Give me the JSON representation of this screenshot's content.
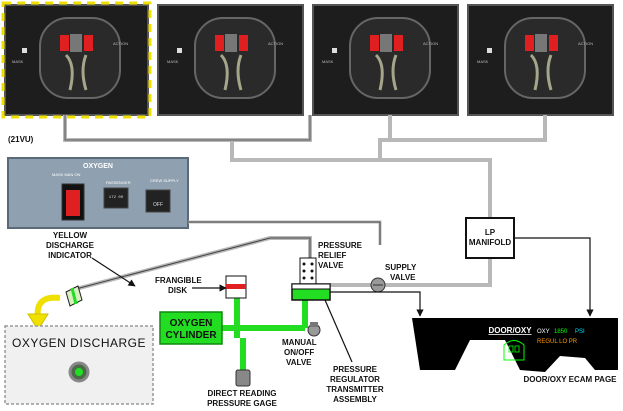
{
  "panel_ref": "(21VU)",
  "oxygen_panel": {
    "title": "OXYGEN",
    "mask_label": "MASK MAN ON",
    "passenger_label": "PASSENGER",
    "passenger_readout": "172 00",
    "crew_supply_label": "CREW SUPPLY",
    "crew_supply_switch": "OFF"
  },
  "mask_box": {
    "label_left": "MASK",
    "label_right": "ACTION"
  },
  "discharge_indicator": {
    "text": "OXYGEN DISCHARGE"
  },
  "labels": {
    "yellow_indicator": [
      "YELLOW",
      "DISCHARGE",
      "INDICATOR"
    ],
    "frangible_disk": [
      "FRANGIBLE",
      "DISK"
    ],
    "oxygen_cylinder": [
      "OXYGEN",
      "CYLINDER"
    ],
    "pressure_relief": [
      "PRESSURE",
      "RELIEF",
      "VALVE"
    ],
    "supply_valve": [
      "SUPPLY",
      "VALVE"
    ],
    "lp_manifold": [
      "LP",
      "MANIFOLD"
    ],
    "manual_valve": [
      "MANUAL",
      "ON/OFF",
      "VALVE"
    ],
    "direct_gage": [
      "DIRECT READING",
      "PRESSURE GAGE"
    ],
    "regulator": [
      "PRESSURE",
      "REGULATOR",
      "TRANSMITTER",
      "ASSEMBLY"
    ],
    "ecam_caption": "DOOR/OXY ECAM PAGE"
  },
  "ecam": {
    "title": "DOOR/OXY",
    "oxy_label": "OXY",
    "oxy_value": "1850",
    "oxy_unit": "PSI",
    "regul_lo_pr": "REGUL LO PR"
  },
  "colors": {
    "pipe_gray": "#b8b8b8",
    "pipe_green": "#22dd22",
    "panel_blue": "#8fa0b0",
    "yellow_outline": "#f0e000",
    "ecam_green": "#00ff00",
    "ecam_cyan": "#00e0ff",
    "ecam_amber": "#ff9900"
  }
}
